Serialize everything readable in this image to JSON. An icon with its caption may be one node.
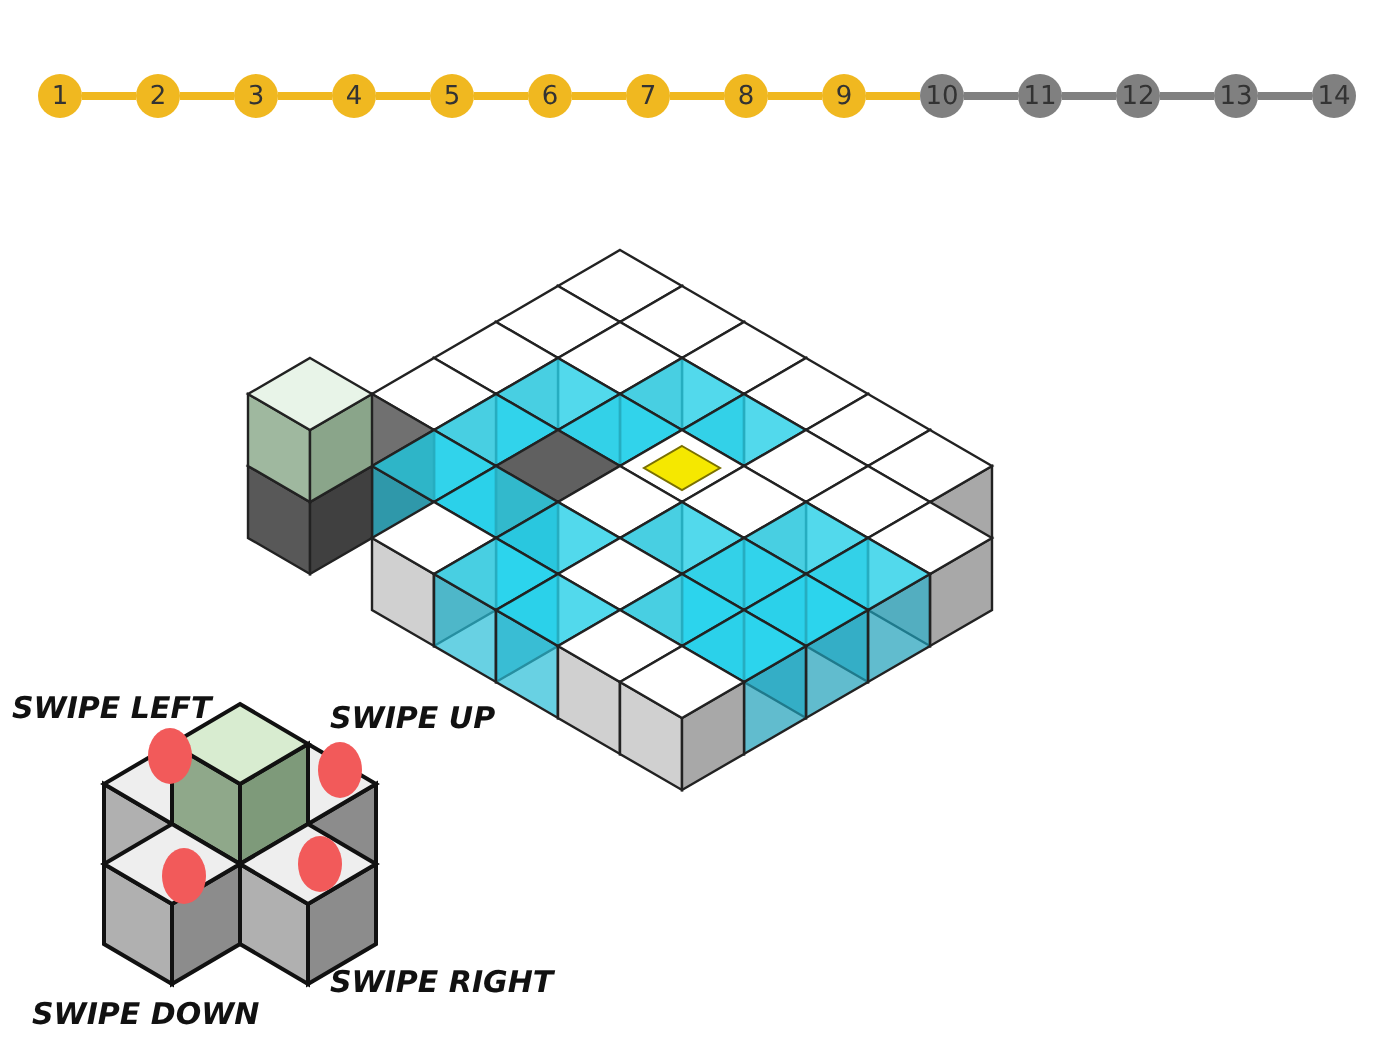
{
  "diagram": {
    "nodes": [
      {
        "text": [
          "1"
        ]
      },
      {
        "text": [
          "2"
        ]
      },
      {
        "text": [
          "3"
        ]
      },
      {
        "text": [
          "4"
        ]
      },
      {
        "text": [
          "5"
        ]
      },
      {
        "text": [
          "6"
        ]
      },
      {
        "text": [
          "7"
        ]
      },
      {
        "text": [
          "8"
        ]
      },
      {
        "text": [
          "9"
        ]
      },
      {
        "text": [
          "10"
        ]
      },
      {
        "text": [
          "11"
        ]
      },
      {
        "text": [
          "12"
        ]
      },
      {
        "text": [
          "13"
        ]
      },
      {
        "text": [
          "14"
        ]
      }
    ],
    "edges": [
      {
        "from": 0,
        "to": 1,
        "arrow": "none"
      },
      {
        "from": 1,
        "to": 2,
        "arrow": "none"
      },
      {
        "from": 2,
        "to": 3,
        "arrow": "none"
      },
      {
        "from": 3,
        "to": 4,
        "arrow": "none"
      },
      {
        "from": 4,
        "to": 5,
        "arrow": "none"
      },
      {
        "from": 5,
        "to": 6,
        "arrow": "none"
      },
      {
        "from": 6,
        "to": 7,
        "arrow": "none"
      },
      {
        "from": 7,
        "to": 8,
        "arrow": "none"
      },
      {
        "from": 8,
        "to": 9,
        "arrow": "none"
      },
      {
        "from": 9,
        "to": 10,
        "arrow": "none",
        "color": "#808080"
      },
      {
        "from": 10,
        "to": 11,
        "arrow": "none",
        "color": "#808080"
      },
      {
        "from": 11,
        "to": 12,
        "arrow": "none",
        "color": "#808080"
      },
      {
        "from": 12,
        "to": 13,
        "arrow": "none",
        "color": "#808080"
      }
    ],
    "labels": [
      "SWIPE LEFT",
      "SWIPE UP",
      "SWIPE DOWN",
      "SWIPE RIGHT"
    ]
  }
}
